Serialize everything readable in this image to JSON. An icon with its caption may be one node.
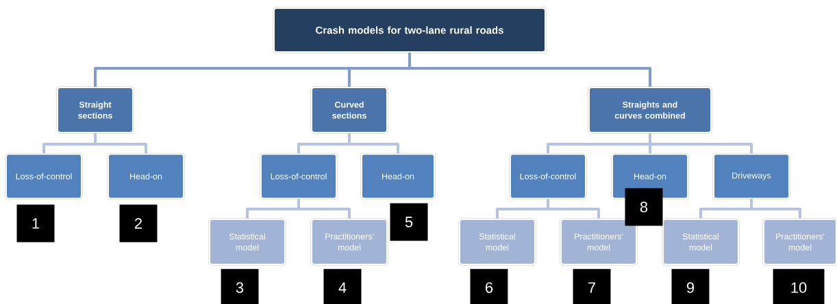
{
  "diagram": {
    "nodes": [
      {
        "text": [
          "Crash models for two-lane rural roads"
        ]
      },
      {
        "text": [
          "Straight sections"
        ]
      },
      {
        "text": [
          "Curved sections"
        ]
      },
      {
        "text": [
          "Straights and curves combined"
        ]
      },
      {
        "text": [
          "Loss-of-control"
        ]
      },
      {
        "text": [
          "Head-on"
        ]
      },
      {
        "text": [
          "Loss-of-control"
        ]
      },
      {
        "text": [
          "Head-on"
        ]
      },
      {
        "text": [
          "Loss-of-control"
        ]
      },
      {
        "text": [
          "Head-on"
        ]
      },
      {
        "text": [
          "Driveways"
        ]
      },
      {
        "text": [
          "Statistical model"
        ]
      },
      {
        "text": [
          "Practitioners' model"
        ]
      },
      {
        "text": [
          "Statistical model"
        ]
      },
      {
        "text": [
          "Practitioners' model"
        ]
      },
      {
        "text": [
          "Statistical model"
        ]
      },
      {
        "text": [
          "Practitioners' model"
        ]
      }
    ],
    "edges": [
      {
        "from": 0,
        "to": 1,
        "arrow": "none",
        "color": "#7d9dd1"
      },
      {
        "from": 0,
        "to": 2,
        "arrow": "none",
        "color": "#7d9dd1"
      },
      {
        "from": 0,
        "to": 3,
        "arrow": "none",
        "color": "#7d9dd1"
      },
      {
        "from": 1,
        "to": 4,
        "arrow": "none"
      },
      {
        "from": 1,
        "to": 5,
        "arrow": "none"
      },
      {
        "from": 2,
        "to": 6,
        "arrow": "none"
      },
      {
        "from": 2,
        "to": 7,
        "arrow": "none"
      },
      {
        "from": 3,
        "to": 8,
        "arrow": "none"
      },
      {
        "from": 3,
        "to": 9,
        "arrow": "none"
      },
      {
        "from": 3,
        "to": 10,
        "arrow": "none"
      },
      {
        "from": 6,
        "to": 11,
        "arrow": "none"
      },
      {
        "from": 6,
        "to": 12,
        "arrow": "none"
      },
      {
        "from": 8,
        "to": 13,
        "arrow": "none"
      },
      {
        "from": 8,
        "to": 14,
        "arrow": "none"
      },
      {
        "from": 10,
        "to": 15,
        "arrow": "none"
      },
      {
        "from": 10,
        "to": 16,
        "arrow": "none"
      }
    ],
    "labels": [
      "1",
      "2",
      "3",
      "4",
      "5",
      "6",
      "7",
      "8",
      "9",
      "10"
    ]
  }
}
